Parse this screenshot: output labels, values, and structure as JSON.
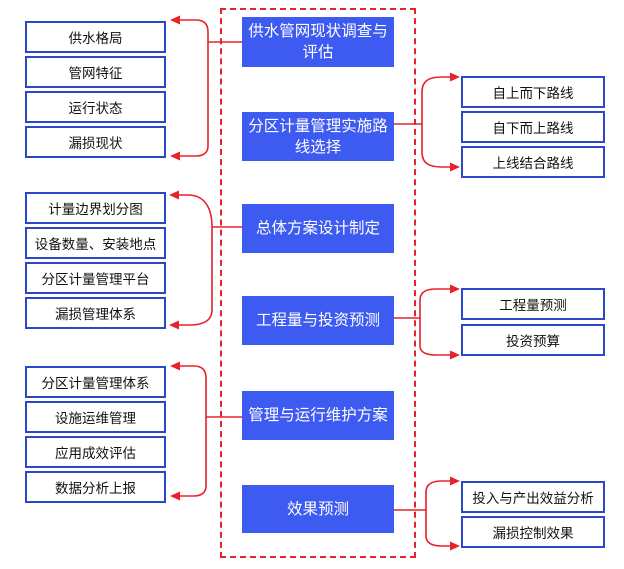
{
  "steps": [
    {
      "label": "供水管网现状调查与评估"
    },
    {
      "label": "分区计量管理实施路线选择"
    },
    {
      "label": "总体方案设计制定"
    },
    {
      "label": "工程量与投资预测"
    },
    {
      "label": "管理与运行维护方案"
    },
    {
      "label": "效果预测"
    }
  ],
  "left_groups": [
    [
      "供水格局",
      "管网特征",
      "运行状态",
      "漏损现状"
    ],
    [
      "计量边界划分图",
      "设备数量、安装地点",
      "分区计量管理平台",
      "漏损管理体系"
    ],
    [
      "分区计量管理体系",
      "设施运维管理",
      "应用成效评估",
      "数据分析上报"
    ]
  ],
  "right_groups": [
    [
      "自上而下路线",
      "自下而上路线",
      "上线结合路线"
    ],
    [
      "工程量预测",
      "投资预算"
    ],
    [
      "投入与产出效益分析",
      "漏损控制效果"
    ]
  ],
  "colors": {
    "step_fill": "#3d5af1",
    "sub_border": "#2d47c9",
    "connector": "#e8212b",
    "frame": "#e8212b"
  }
}
